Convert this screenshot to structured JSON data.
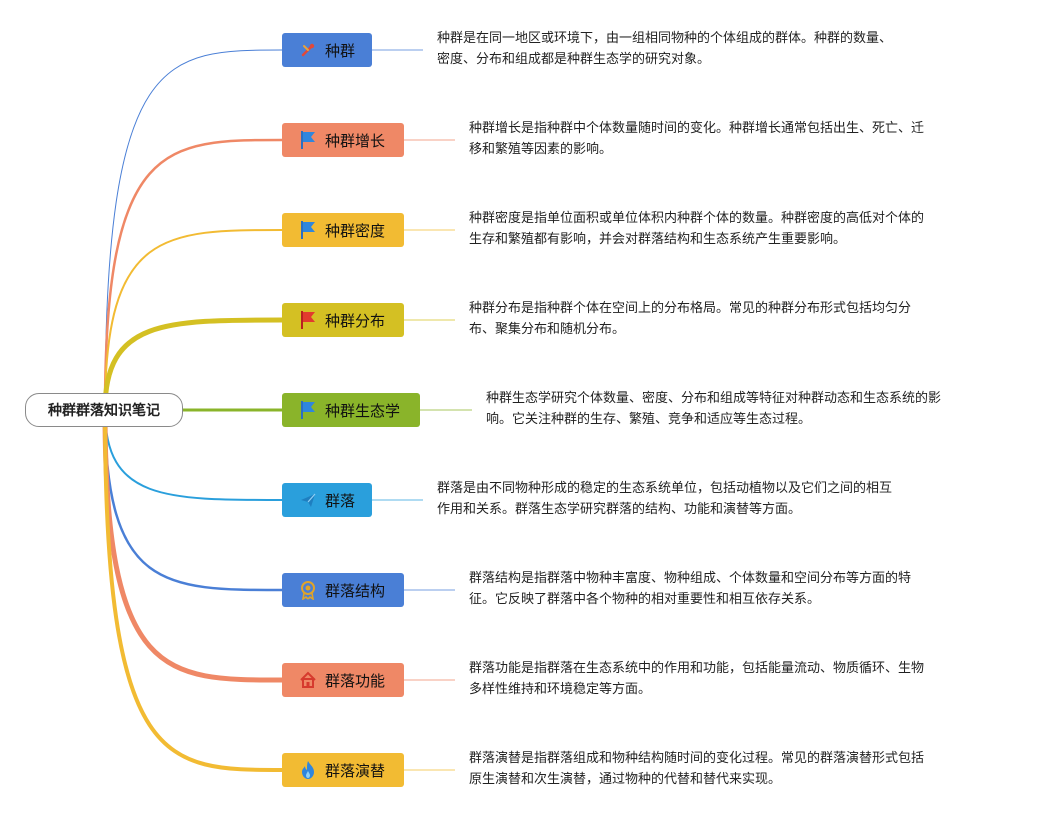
{
  "root": {
    "label": "种群群落知识笔记"
  },
  "topics": [
    {
      "label": "种群",
      "icon": "tools-icon",
      "color": "#4a7fd6",
      "desc": [
        "种群是在同一地区或环境下，由一组相同物种的个体组成的群体。种群的数量、",
        "密度、分布和组成都是种群生态学的研究对象。"
      ]
    },
    {
      "label": "种群增长",
      "icon": "flag-icon-blue",
      "color": "#ef8866",
      "desc": [
        "种群增长是指种群中个体数量随时间的变化。种群增长通常包括出生、死亡、迁",
        "移和繁殖等因素的影响。"
      ]
    },
    {
      "label": "种群密度",
      "icon": "flag-icon-blue",
      "color": "#f2bb33",
      "desc": [
        "种群密度是指单位面积或单位体积内种群个体的数量。种群密度的高低对个体的",
        "生存和繁殖都有影响，并会对群落结构和生态系统产生重要影响。"
      ]
    },
    {
      "label": "种群分布",
      "icon": "flag-icon-red",
      "color": "#d4c023",
      "desc": [
        "种群分布是指种群个体在空间上的分布格局。常见的种群分布形式包括均匀分",
        "布、聚集分布和随机分布。"
      ]
    },
    {
      "label": "种群生态学",
      "icon": "flag-icon-blue",
      "color": "#8ab42a",
      "desc": [
        "种群生态学研究个体数量、密度、分布和组成等特征对种群动态和生态系统的影",
        "响。它关注种群的生存、繁殖、竞争和适应等生态过程。"
      ]
    },
    {
      "label": "群落",
      "icon": "paper-plane-icon",
      "color": "#2a9fdc",
      "desc": [
        "群落是由不同物种形成的稳定的生态系统单位，包括动植物以及它们之间的相互",
        "作用和关系。群落生态学研究群落的结构、功能和演替等方面。"
      ]
    },
    {
      "label": "群落结构",
      "icon": "award-medal-icon",
      "color": "#4a7fd6",
      "desc": [
        "群落结构是指群落中物种丰富度、物种组成、个体数量和空间分布等方面的特",
        "征。它反映了群落中各个物种的相对重要性和相互依存关系。"
      ]
    },
    {
      "label": "群落功能",
      "icon": "home-icon",
      "color": "#ef8866",
      "desc": [
        "群落功能是指群落在生态系统中的作用和功能，包括能量流动、物质循环、生物",
        "多样性维持和环境稳定等方面。"
      ]
    },
    {
      "label": "群落演替",
      "icon": "fire-icon",
      "color": "#f2bb33",
      "desc": [
        "群落演替是指群落组成和物种结构随时间的变化过程。常见的群落演替形式包括",
        "原生演替和次生演替，通过物种的代替和替代来实现。"
      ]
    }
  ]
}
